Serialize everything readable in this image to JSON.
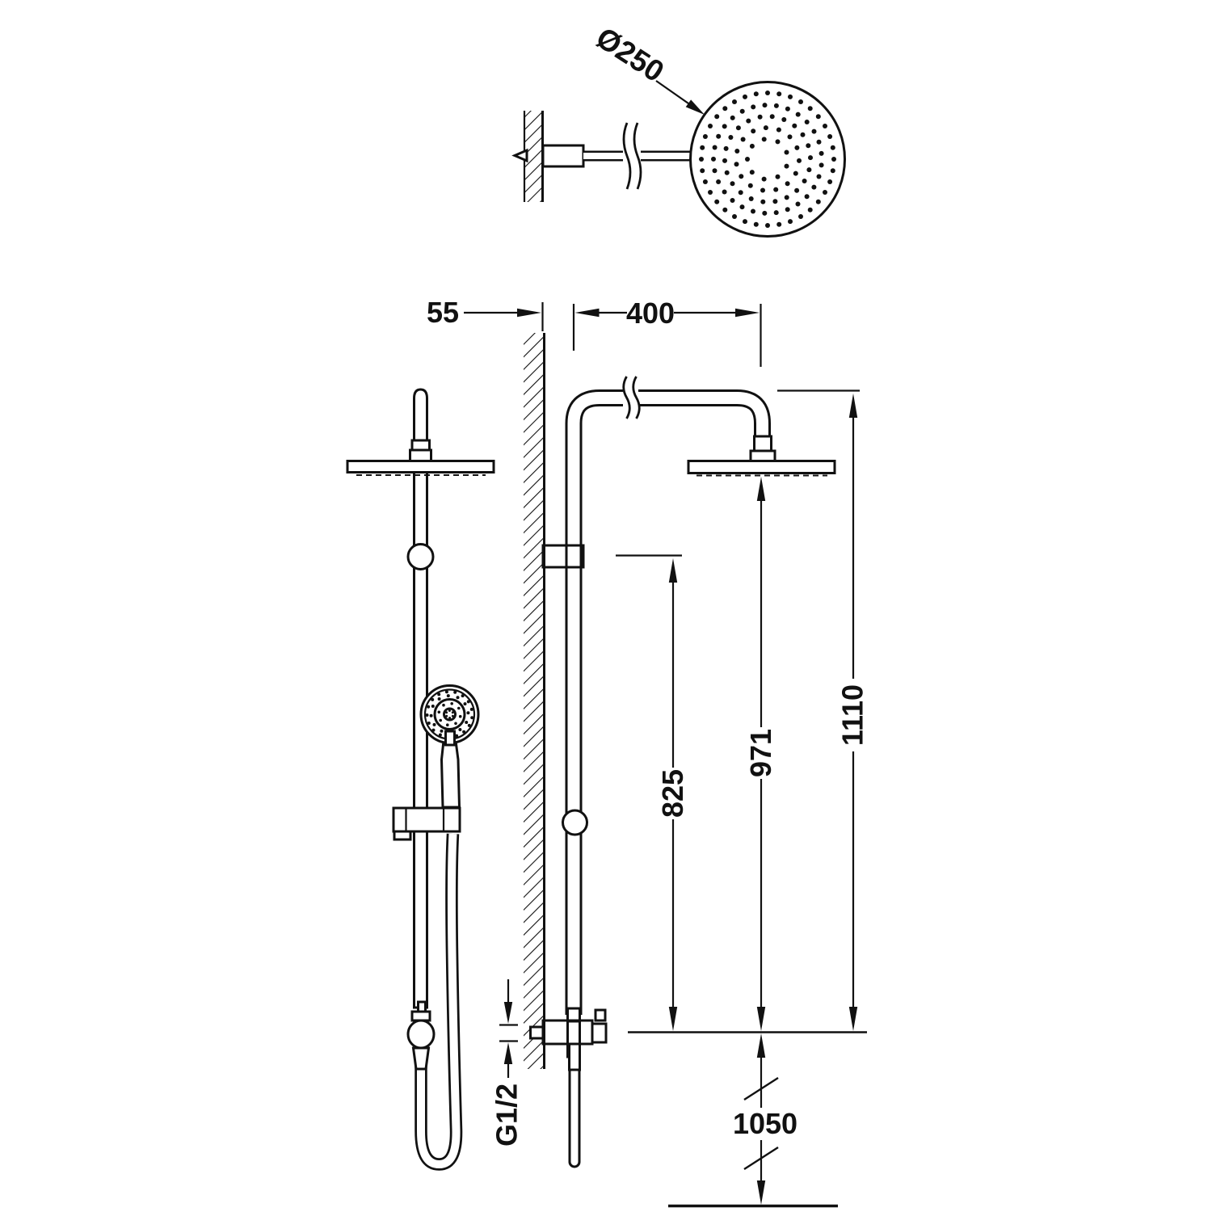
{
  "drawing": {
    "title": "shower-column-technical-drawing",
    "line_color": "#111111",
    "background_color": "#ffffff",
    "dimensions": {
      "head_diameter": "Ø250",
      "wall_offset": "55",
      "arm_projection": "400",
      "bracket_height": "825",
      "head_height": "971",
      "total_height": "1110",
      "inlet_height": "1050",
      "thread": "G1/2"
    }
  }
}
